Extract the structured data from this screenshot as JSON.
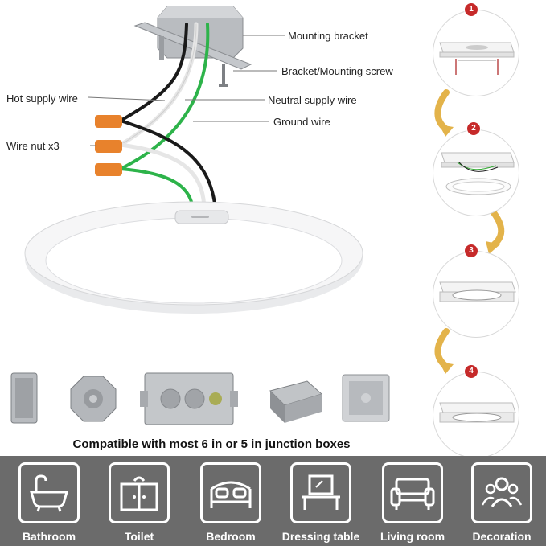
{
  "callouts": {
    "mounting_bracket": "Mounting bracket",
    "bracket_screw": "Bracket/Mounting screw",
    "hot_wire": "Hot supply wire",
    "neutral_wire": "Neutral supply wire",
    "ground_wire": "Ground wire",
    "wire_nut": "Wire nut x3"
  },
  "steps": [
    "1",
    "2",
    "3",
    "4"
  ],
  "compatibility": "Compatible with most 6 in or 5 in junction boxes",
  "rooms": [
    {
      "label": "Bathroom",
      "icon": "bathtub-icon"
    },
    {
      "label": "Toilet",
      "icon": "toilet-icon"
    },
    {
      "label": "Bedroom",
      "icon": "bed-icon"
    },
    {
      "label": "Dressing table",
      "icon": "dressing-table-icon"
    },
    {
      "label": "Living room",
      "icon": "sofa-icon"
    },
    {
      "label": "Decoration",
      "icon": "people-icon"
    }
  ],
  "colors": {
    "wire_nut": "#e8822c",
    "ground": "#2db34a",
    "hot": "#1a1a1a",
    "bar": "#6b6b6b",
    "badge": "#c62a2a",
    "arrow": "#e3b34a"
  }
}
